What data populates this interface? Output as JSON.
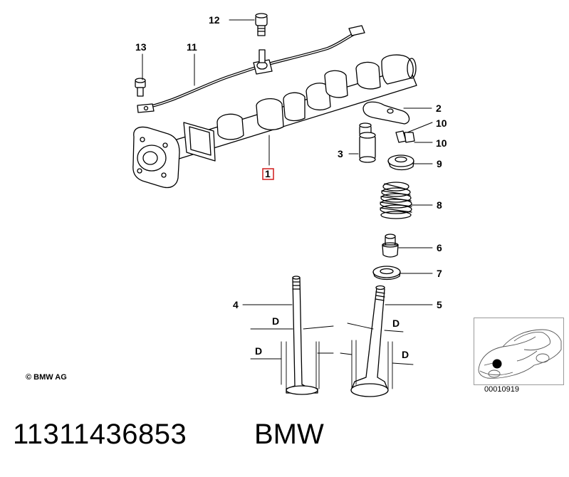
{
  "callouts": [
    {
      "id": "c12",
      "label": "12"
    },
    {
      "id": "c13",
      "label": "13"
    },
    {
      "id": "c11",
      "label": "11"
    },
    {
      "id": "c2",
      "label": "2"
    },
    {
      "id": "c10a",
      "label": "10"
    },
    {
      "id": "c10b",
      "label": "10"
    },
    {
      "id": "c3",
      "label": "3"
    },
    {
      "id": "c9",
      "label": "9"
    },
    {
      "id": "c1",
      "label": "1"
    },
    {
      "id": "c8",
      "label": "8"
    },
    {
      "id": "c6",
      "label": "6"
    },
    {
      "id": "c7",
      "label": "7"
    },
    {
      "id": "c4",
      "label": "4"
    },
    {
      "id": "c5",
      "label": "5"
    }
  ],
  "dimension_labels": [
    "D",
    "D",
    "D",
    "D"
  ],
  "copyright": "© BMW AG",
  "thumbnail_code": "00010919",
  "part_number": "11311436853",
  "brand": "BMW",
  "highlight_color": "#d42a2a"
}
